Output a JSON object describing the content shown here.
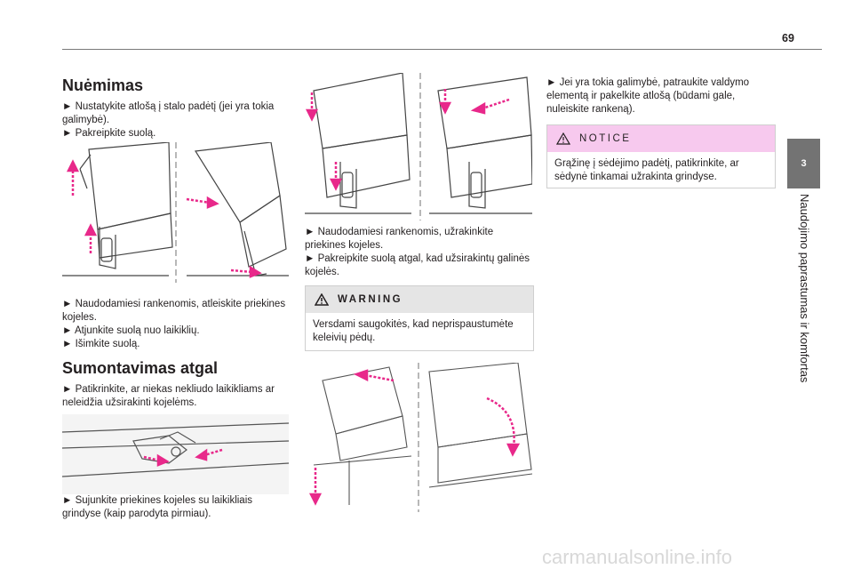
{
  "page": {
    "number": "69",
    "chapter_number": "3",
    "chapter_title": "Naudojimo paprastumas ir komfortas"
  },
  "removal": {
    "heading": "Nuėmimas",
    "steps_a": [
      "► Nustatykite atlošą į stalo padėtį (jei yra tokia galimybė).",
      "► Pakreipkite suolą."
    ],
    "steps_b": [
      "► Naudodamiesi rankenomis, atleiskite priekines kojeles.",
      "► Atjunkite suolą nuo laikiklių.",
      "► Išimkite suolą."
    ]
  },
  "refit": {
    "heading": "Sumontavimas atgal",
    "steps_a": [
      "► Patikrinkite, ar niekas nekliudo laikikliams ar neleidžia užsirakinti kojelėms."
    ],
    "steps_b": [
      "► Sujunkite priekines kojeles su laikikliais grindyse (kaip parodyta pirmiau)."
    ]
  },
  "middle": {
    "steps": [
      "► Naudodamiesi rankenomis, užrakinkite priekines kojeles.",
      "► Pakreipkite suolą atgal, kad užsirakintų galinės kojelės."
    ]
  },
  "warning": {
    "title": "WARNING",
    "text": "Versdami saugokitės, kad neprispaustumėte keleivių pėdų."
  },
  "right": {
    "steps": [
      "► Jei yra tokia galimybė, patraukite valdymo elementą ir pakelkite atlošą (būdami gale, nuleiskite rankeną)."
    ]
  },
  "notice": {
    "title": "NOTICE",
    "text": "Grąžinę į sėdėjimo padėtį, patikrinkite, ar sėdynė tinkamai užrakinta grindyse."
  },
  "watermark": "carmanualsonline.info",
  "colors": {
    "arrow": "#e8288a",
    "tab": "#737373",
    "notice_header": "#f7c9ee",
    "warning_header": "#e5e5e5"
  }
}
